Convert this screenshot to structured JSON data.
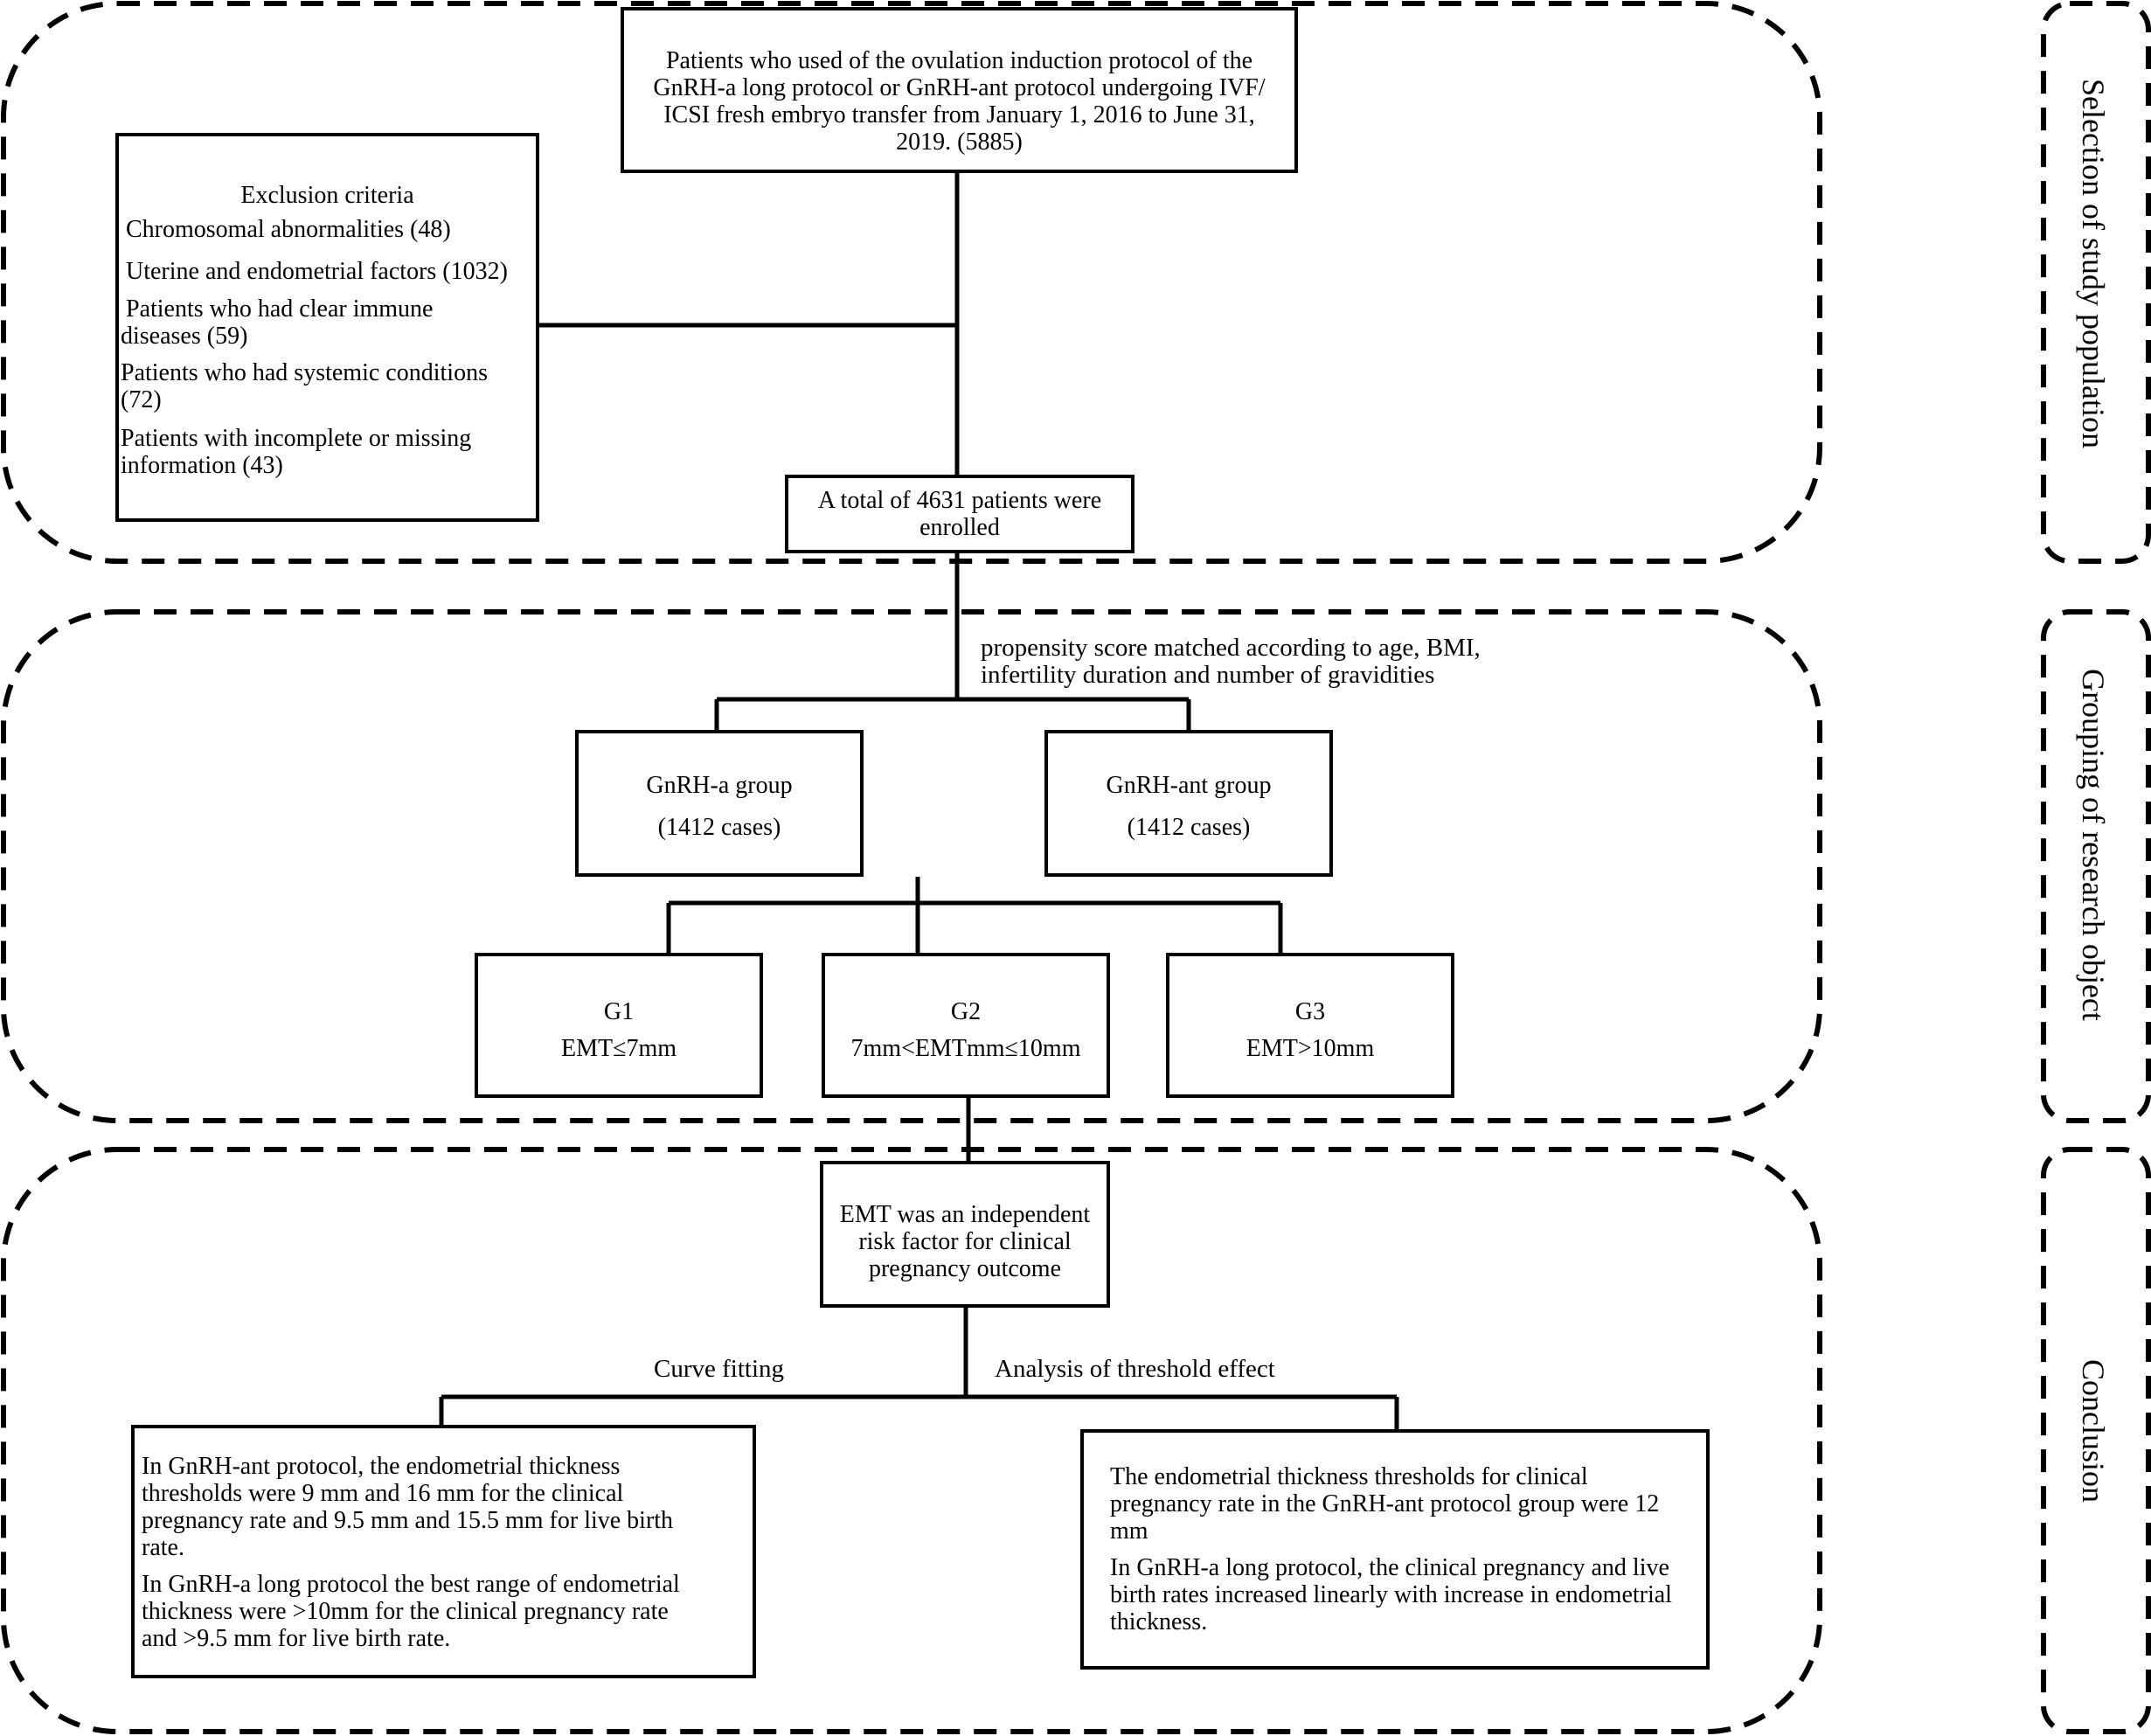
{
  "side_labels": {
    "selection": "Selection of study population",
    "grouping": "Grouping of research object",
    "conclusion": "Conclusion"
  },
  "top_box": {
    "lines": [
      "Patients who used of the ovulation induction protocol of the",
      "GnRH-a long protocol or GnRH-ant protocol undergoing IVF/",
      "ICSI fresh embryo transfer from January 1, 2016 to June 31,",
      "2019. (5885)"
    ]
  },
  "exclusion": {
    "title": "Exclusion criteria",
    "lines": [
      "Chromosomal abnormalities (48)",
      "Uterine and endometrial factors (1032)",
      "Patients who had clear immune",
      "diseases (59)",
      "Patients who had systemic conditions",
      "(72)",
      "Patients with incomplete or missing",
      "information (43)"
    ]
  },
  "enrolled": {
    "lines": [
      "A total of 4631 patients were",
      "enrolled"
    ]
  },
  "propensity": {
    "lines": [
      "propensity score matched according to age, BMI,",
      "infertility duration and number of gravidities"
    ]
  },
  "groups": {
    "gnrha": {
      "name": "GnRH-a group",
      "count": "(1412 cases)"
    },
    "gnrhant": {
      "name": "GnRH-ant group",
      "count": "(1412 cases)"
    }
  },
  "subgroups": {
    "g1": {
      "name": "G1",
      "range": "EMT≤7mm"
    },
    "g2": {
      "name": "G2",
      "range": "7mm<EMTmm≤10mm"
    },
    "g3": {
      "name": "G3",
      "range": "EMT>10mm"
    }
  },
  "emt_box": {
    "lines": [
      "EMT was an independent",
      "risk factor for clinical",
      "pregnancy outcome"
    ]
  },
  "branch_labels": {
    "left": "Curve fitting",
    "right": "Analysis of threshold effect"
  },
  "left_conclusion": {
    "lines": [
      "In GnRH-ant protocol, the endometrial thickness",
      "thresholds were 9 mm  and 16 mm  for the clinical",
      "pregnancy rate and 9.5 mm  and 15.5 mm for live birth",
      "rate.",
      "In GnRH-a long protocol the best range of endometrial",
      "thickness were >10mm for the clinical pregnancy rate",
      "and >9.5 mm  for live birth rate."
    ]
  },
  "right_conclusion": {
    "lines": [
      "The endometrial thickness thresholds for clinical",
      "pregnancy rate in the GnRH-ant protocol group were 12",
      "mm",
      "In GnRH-a long protocol, the clinical pregnancy and live",
      "birth rates increased linearly with increase in endometrial",
      "thickness."
    ]
  }
}
